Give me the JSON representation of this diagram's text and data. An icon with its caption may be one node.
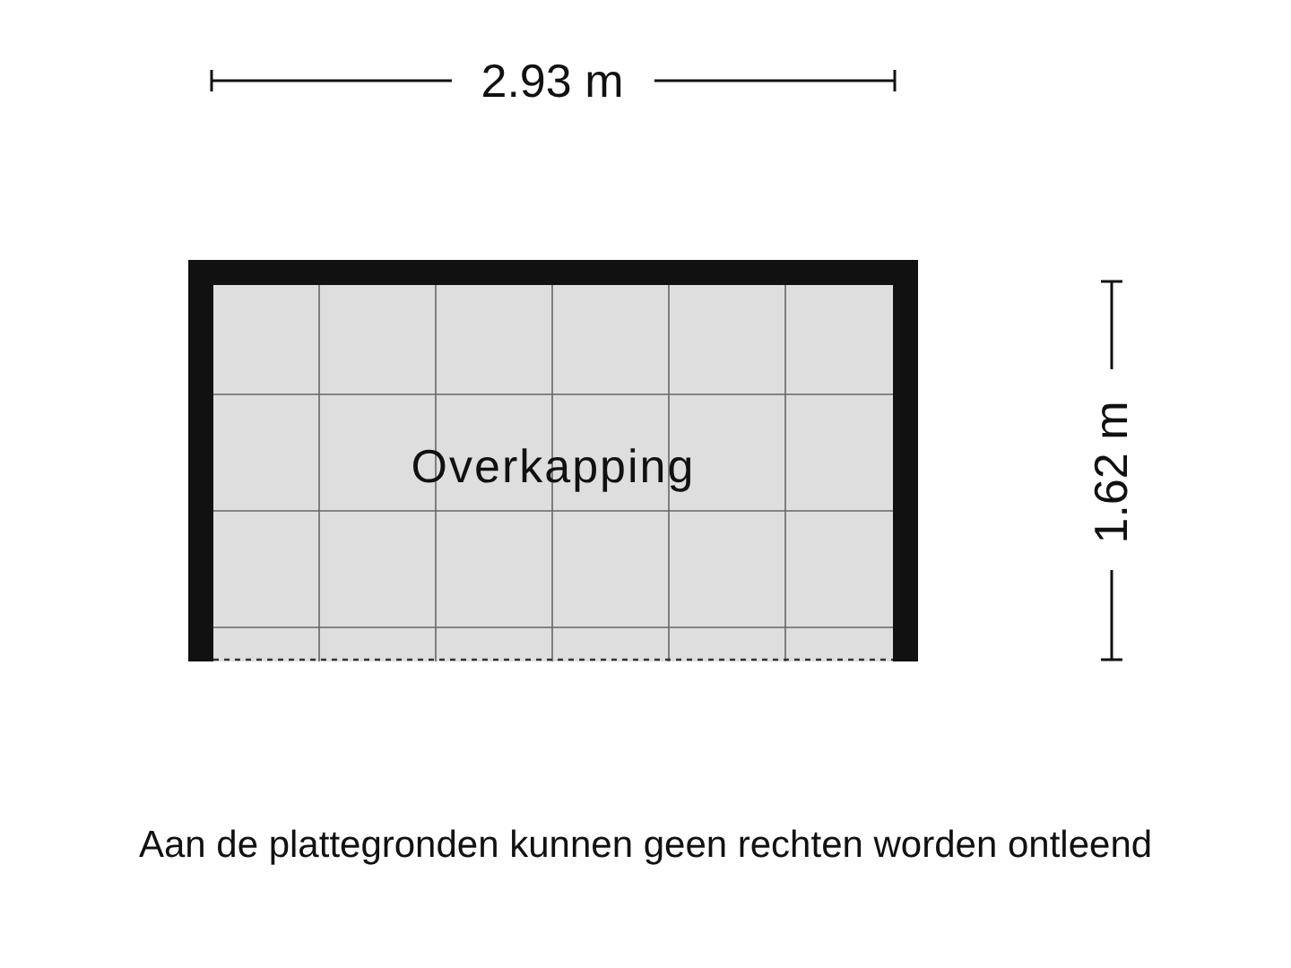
{
  "diagram": {
    "nodes": [
      {
        "text": [
          "Overkapping"
        ]
      }
    ],
    "labels": [
      "2.93 m",
      "1.62 m",
      "Aan de plattegronden kunnen geen rechten worden ontleend"
    ]
  }
}
